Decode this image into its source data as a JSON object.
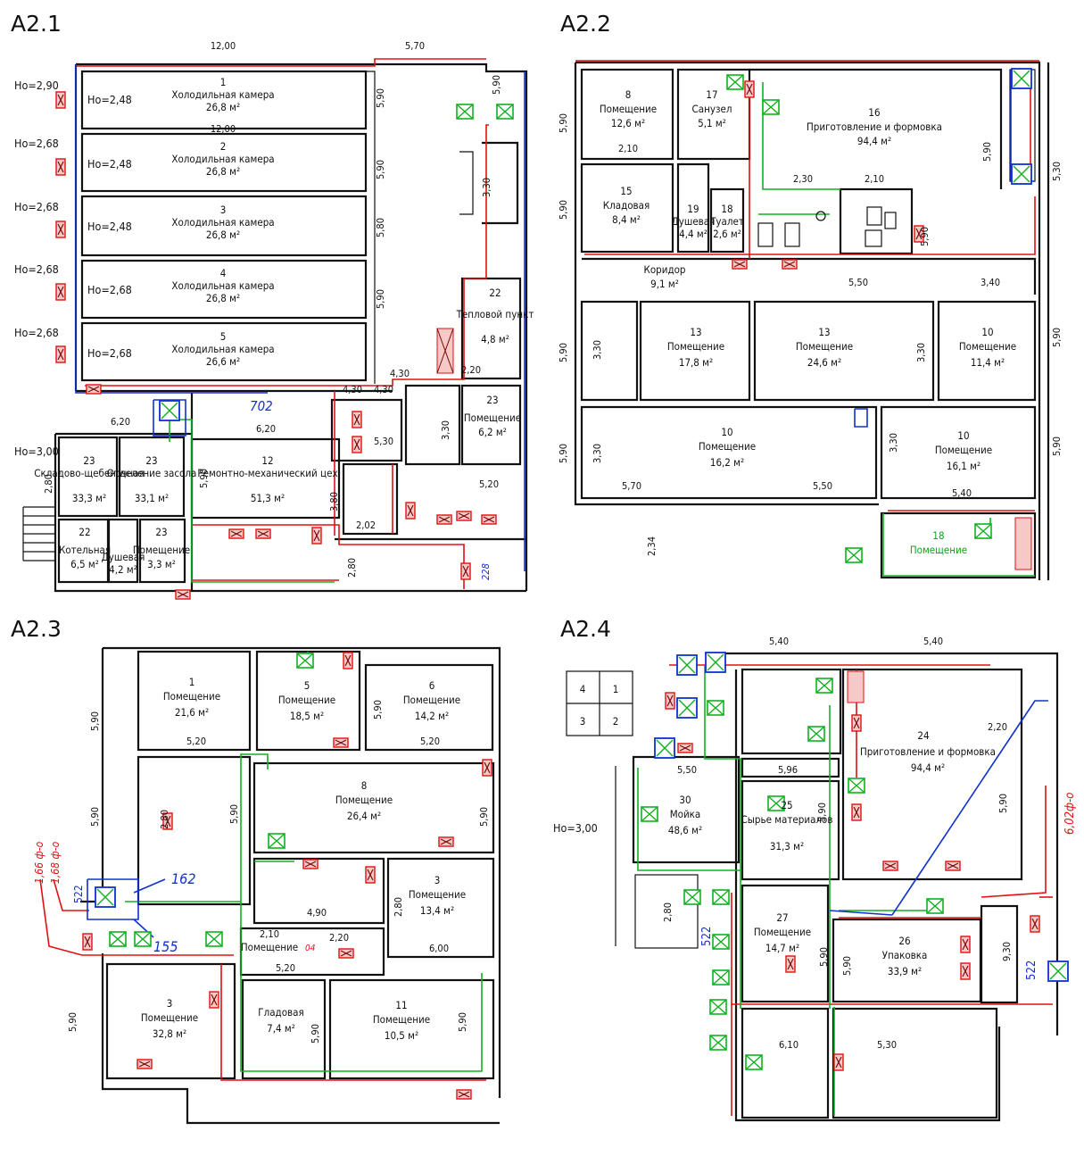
{
  "panels": {
    "a1": {
      "title": "A2.1",
      "top_dims": [
        "12,00",
        "5,70"
      ],
      "ho_labels": [
        "Ho=2,90",
        "Ho=2,68",
        "Ho=2,68",
        "Ho=2,68",
        "Ho=2,68",
        "Ho=3,00"
      ],
      "inner_ho": [
        "Ho=2,48",
        "Ho=2,48",
        "Ho=2,48",
        "Ho=2,68",
        "Ho=2,68"
      ],
      "rooms": [
        {
          "num": "1",
          "name": "Холодильная камера",
          "area": "26,8 м²"
        },
        {
          "num": "2",
          "name": "Холодильная камера",
          "area": "26,8 м²"
        },
        {
          "num": "3",
          "name": "Холодильная камера",
          "area": "26,8 м²"
        },
        {
          "num": "4",
          "name": "Холодильная камера",
          "area": "26,8 м²"
        },
        {
          "num": "5",
          "name": "Холодильная камера",
          "area": "26,6 м²"
        },
        {
          "num": "12",
          "name": "Ремонтно-механический цех",
          "area": "51,3 м²"
        },
        {
          "num": "23",
          "name": "Складово-щебеночная",
          "area": "33,3 м²"
        },
        {
          "num": "23",
          "name": "Отделение засола",
          "area": "33,1 м²"
        },
        {
          "num": "22",
          "name": "Котельная",
          "area": "6,5 м²"
        },
        {
          "num": "",
          "name": "Душевая",
          "area": "4,2 м²"
        },
        {
          "num": "23",
          "name": "Помещение",
          "area": "3,3 м²"
        },
        {
          "num": "22",
          "name": "Тепловой пункт",
          "area": "4,8 м²"
        },
        {
          "num": "23",
          "name": "Помещение",
          "area": "6,2 м²"
        }
      ],
      "dims": [
        "12,00",
        "5,90",
        "5,90",
        "5,80",
        "5,90",
        "5,90",
        "3,30",
        "6,20",
        "6,20",
        "5,90",
        "2,80",
        "4,30",
        "4,30",
        "4,30",
        "5,30",
        "3,30",
        "3,80",
        "2,02",
        "2,80",
        "5,20",
        "2,20"
      ],
      "blue_labels": [
        "702",
        "228"
      ]
    },
    "a2": {
      "title": "A2.2",
      "rooms": [
        {
          "num": "8",
          "name": "Помещение",
          "area": "12,6 м²"
        },
        {
          "num": "17",
          "name": "Санузел",
          "area": "5,1 м²"
        },
        {
          "num": "16",
          "name": "Приготовление и формовка",
          "area": "94,4 м²"
        },
        {
          "num": "15",
          "name": "Кладовая",
          "area": "8,4 м²"
        },
        {
          "num": "19",
          "name": "Душевая",
          "area": "4,4 м²"
        },
        {
          "num": "18",
          "name": "Туалет",
          "area": "2,6 м²"
        },
        {
          "num": "",
          "name": "Коридор",
          "area": "9,1 м²"
        },
        {
          "num": "13",
          "name": "Помещение",
          "area": "17,8 м²"
        },
        {
          "num": "13",
          "name": "Помещение",
          "area": "24,6 м²"
        },
        {
          "num": "10",
          "name": "Помещение",
          "area": "11,4 м²"
        },
        {
          "num": "10",
          "name": "Помещение",
          "area": "16,2 м²"
        },
        {
          "num": "10",
          "name": "Помещение",
          "area": "16,1 м²"
        },
        {
          "num": "18",
          "name": "Помещение",
          "area": ""
        }
      ],
      "dims": [
        "5,90",
        "5,90",
        "5,90",
        "5,90",
        "5,90",
        "5,30",
        "5,90",
        "5,90",
        "2,10",
        "2,30",
        "2,10",
        "5,90",
        "5,50",
        "3,40",
        "3,30",
        "3,30",
        "3,30",
        "3,30",
        "5,70",
        "5,50",
        "5,40",
        "2,34"
      ]
    },
    "a3": {
      "title": "A2.3",
      "rooms": [
        {
          "num": "1",
          "name": "Помещение",
          "area": "21,6 м²"
        },
        {
          "num": "5",
          "name": "Помещение",
          "area": "18,5 м²"
        },
        {
          "num": "6",
          "name": "Помещение",
          "area": "14,2 м²"
        },
        {
          "num": "8",
          "name": "Помещение",
          "area": "26,4 м²"
        },
        {
          "num": "3",
          "name": "Помещение",
          "area": "13,4 м²"
        },
        {
          "num": "",
          "name": "Помещение",
          "area": ""
        },
        {
          "num": "3",
          "name": "Помещение",
          "area": "32,8 м²"
        },
        {
          "num": "",
          "name": "Гладовая",
          "area": "7,4 м²"
        },
        {
          "num": "11",
          "name": "Помещение",
          "area": "10,5 м²"
        }
      ],
      "dims": [
        "5,90",
        "5,90",
        "5,90",
        "5,20",
        "5,90",
        "5,20",
        "2,80",
        "5,90",
        "5,90",
        "2,80",
        "4,90",
        "2,10",
        "2,20",
        "5,20",
        "6,00",
        "5,90",
        "5,90"
      ],
      "red_labels": [
        "1,66 ф-о",
        "1,68 ф-о",
        "04"
      ],
      "blue_labels": [
        "522",
        "162",
        "155"
      ]
    },
    "a4": {
      "title": "A2.4",
      "key": [
        "4",
        "1",
        "3",
        "2"
      ],
      "ho": "Ho=3,00",
      "rooms": [
        {
          "num": "24",
          "name": "Приготовление и формовка",
          "area": "94,4 м²"
        },
        {
          "num": "30",
          "name": "Мойка",
          "area": "48,6 м²"
        },
        {
          "num": "25",
          "name": "Сырье материалов",
          "area": "31,3 м²"
        },
        {
          "num": "27",
          "name": "Помещение",
          "area": "14,7 м²"
        },
        {
          "num": "26",
          "name": "Упаковка",
          "area": "33,9 м²"
        }
      ],
      "dims": [
        "5,40",
        "5,40",
        "2,20",
        "5,50",
        "5,96",
        "5,90",
        "5,90",
        "2,80",
        "5,90",
        "5,90",
        "9,30",
        "6,10",
        "5,30"
      ],
      "blue_labels": [
        "522",
        "522"
      ],
      "red_labels": [
        "6,02ф-о"
      ]
    }
  }
}
